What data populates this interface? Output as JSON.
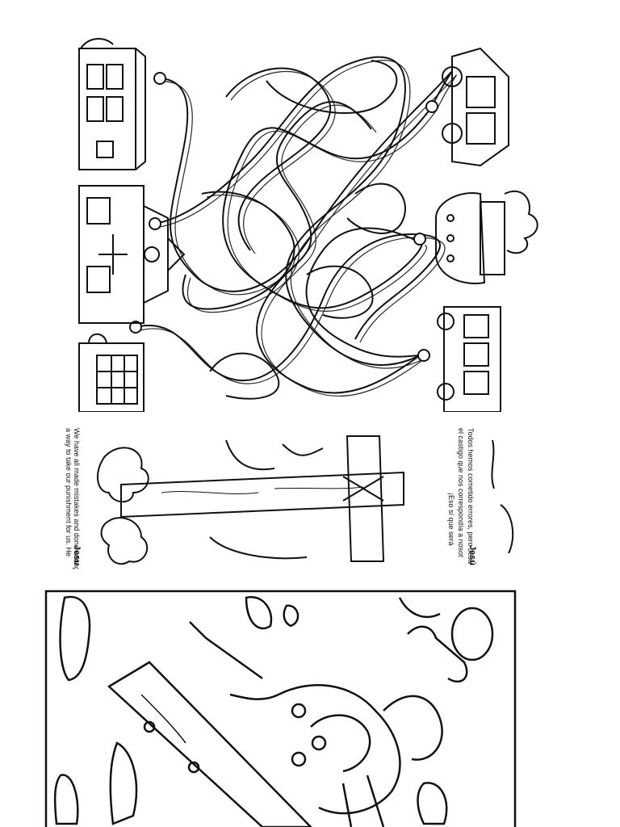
{
  "coloring_page": {
    "spanish_caption_line1": "Todos hemos cometido errores, pero Jesú",
    "spanish_caption_line2": "el castigo que nos correspondía a nosot",
    "spanish_caption_line3": "¡Eso sí que será",
    "spanish_title": "Jesú",
    "english_caption_line1": "We have all made mistakes and done wrong",
    "english_caption_line2": "a way to take our punishment for us. He",
    "english_title": "Jesu"
  },
  "colors": {
    "ink": "#111111",
    "paper": "#ffffff"
  },
  "icons": [
    "house-icon",
    "church-icon",
    "school-icon",
    "car-icon",
    "boat-icon",
    "bus-icon",
    "soldier-icon",
    "cross-icon"
  ]
}
